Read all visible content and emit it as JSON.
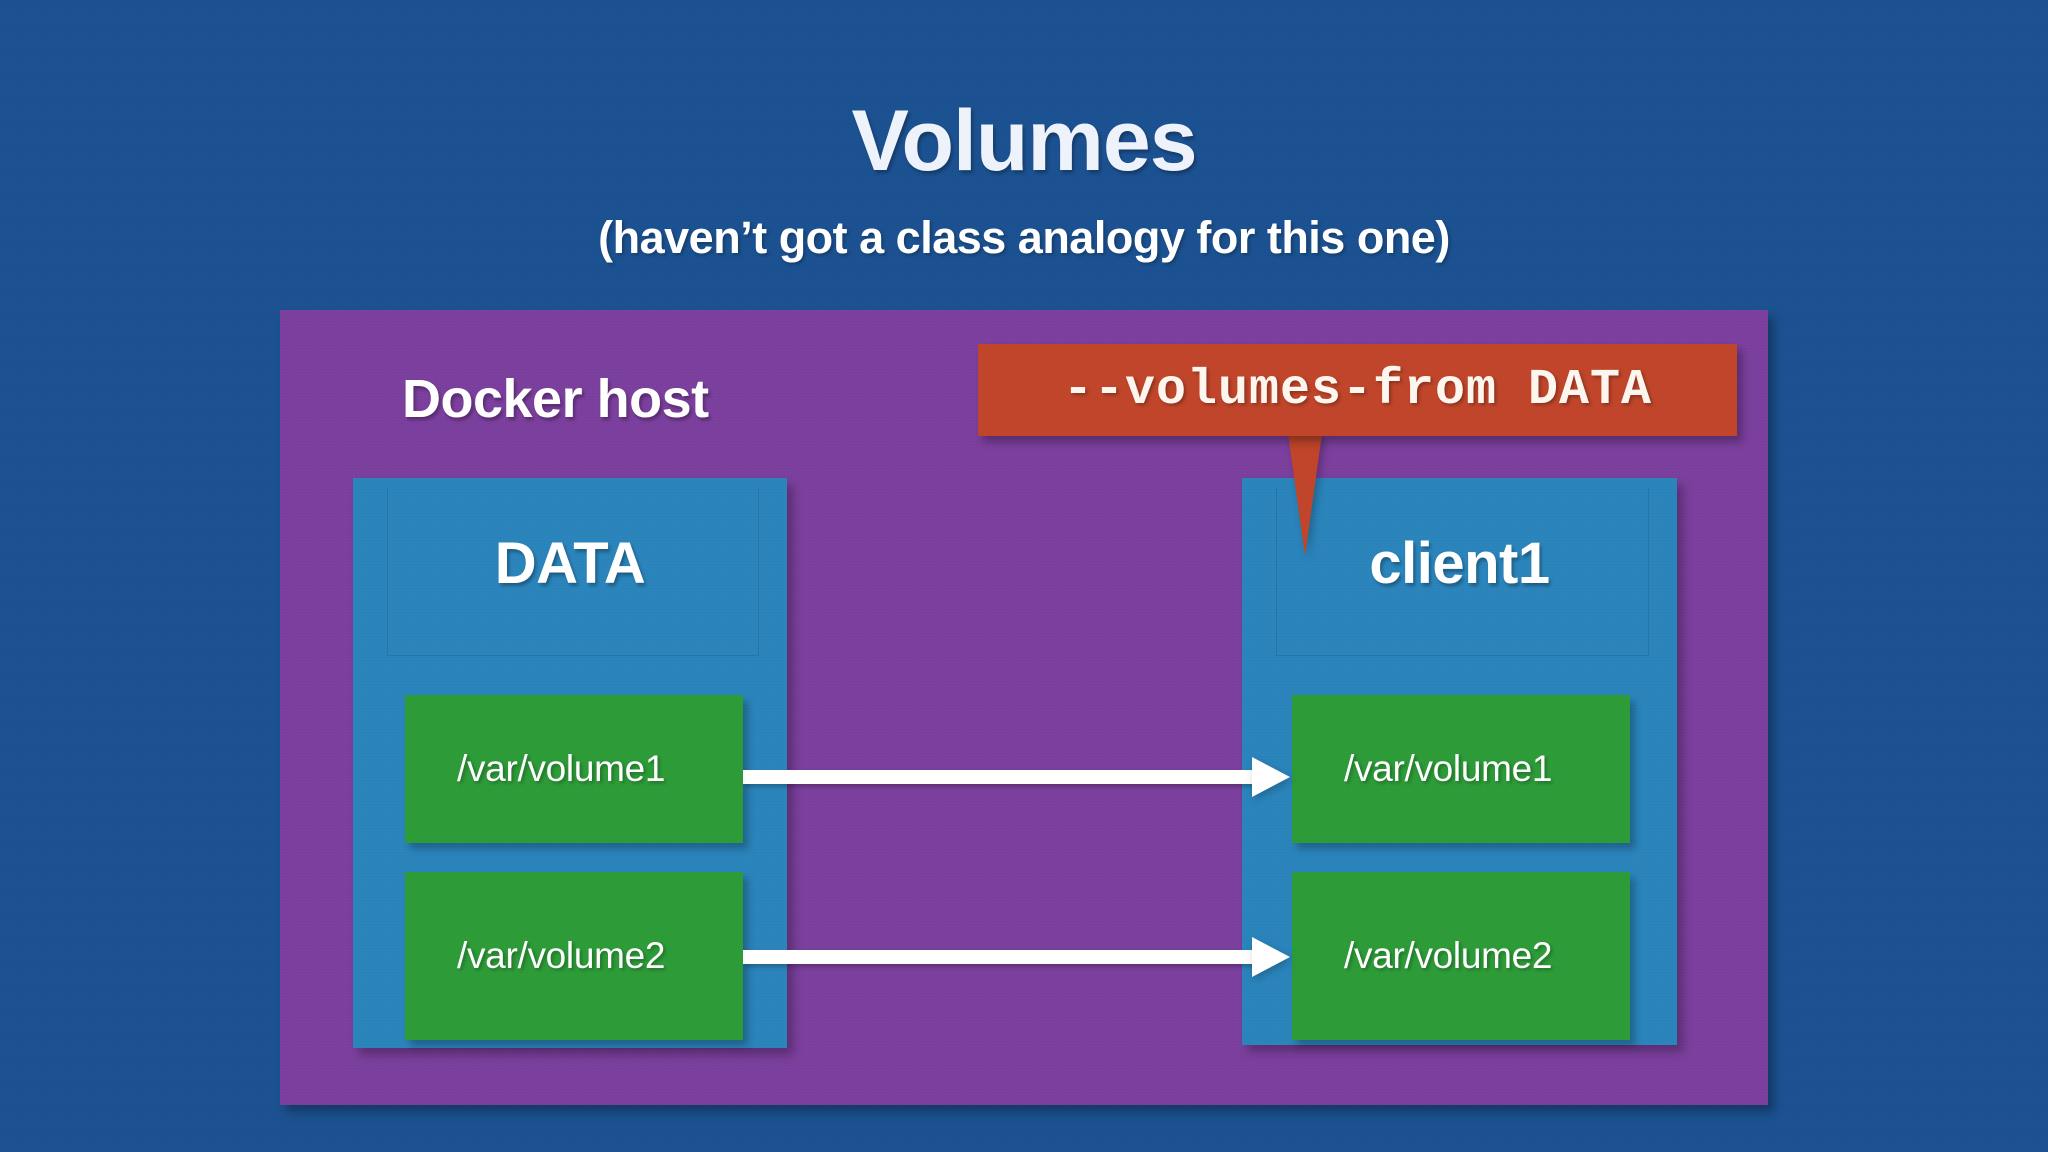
{
  "slide": {
    "title": "Volumes",
    "subtitle": "(haven’t got a class analogy for this one)",
    "background_color": "#1b5190"
  },
  "host": {
    "label": "Docker host",
    "panel_color": "#7b3f9d"
  },
  "callout": {
    "text": "--volumes-from DATA",
    "background_color": "#c0452a",
    "text_color": "#fdf6ee",
    "pointer_target": "client1"
  },
  "containers": [
    {
      "name": "DATA",
      "box_color": "#2a84bb",
      "volumes": [
        {
          "path": "/var/volume1",
          "color": "#2d9b38"
        },
        {
          "path": "/var/volume2",
          "color": "#2d9b38"
        }
      ]
    },
    {
      "name": "client1",
      "box_color": "#2a84bb",
      "volumes": [
        {
          "path": "/var/volume1",
          "color": "#2d9b38"
        },
        {
          "path": "/var/volume2",
          "color": "#2d9b38"
        }
      ]
    }
  ],
  "arrows": [
    {
      "from": "DATA:/var/volume1",
      "to": "client1:/var/volume1",
      "color": "#ffffff"
    },
    {
      "from": "DATA:/var/volume2",
      "to": "client1:/var/volume2",
      "color": "#ffffff"
    }
  ]
}
